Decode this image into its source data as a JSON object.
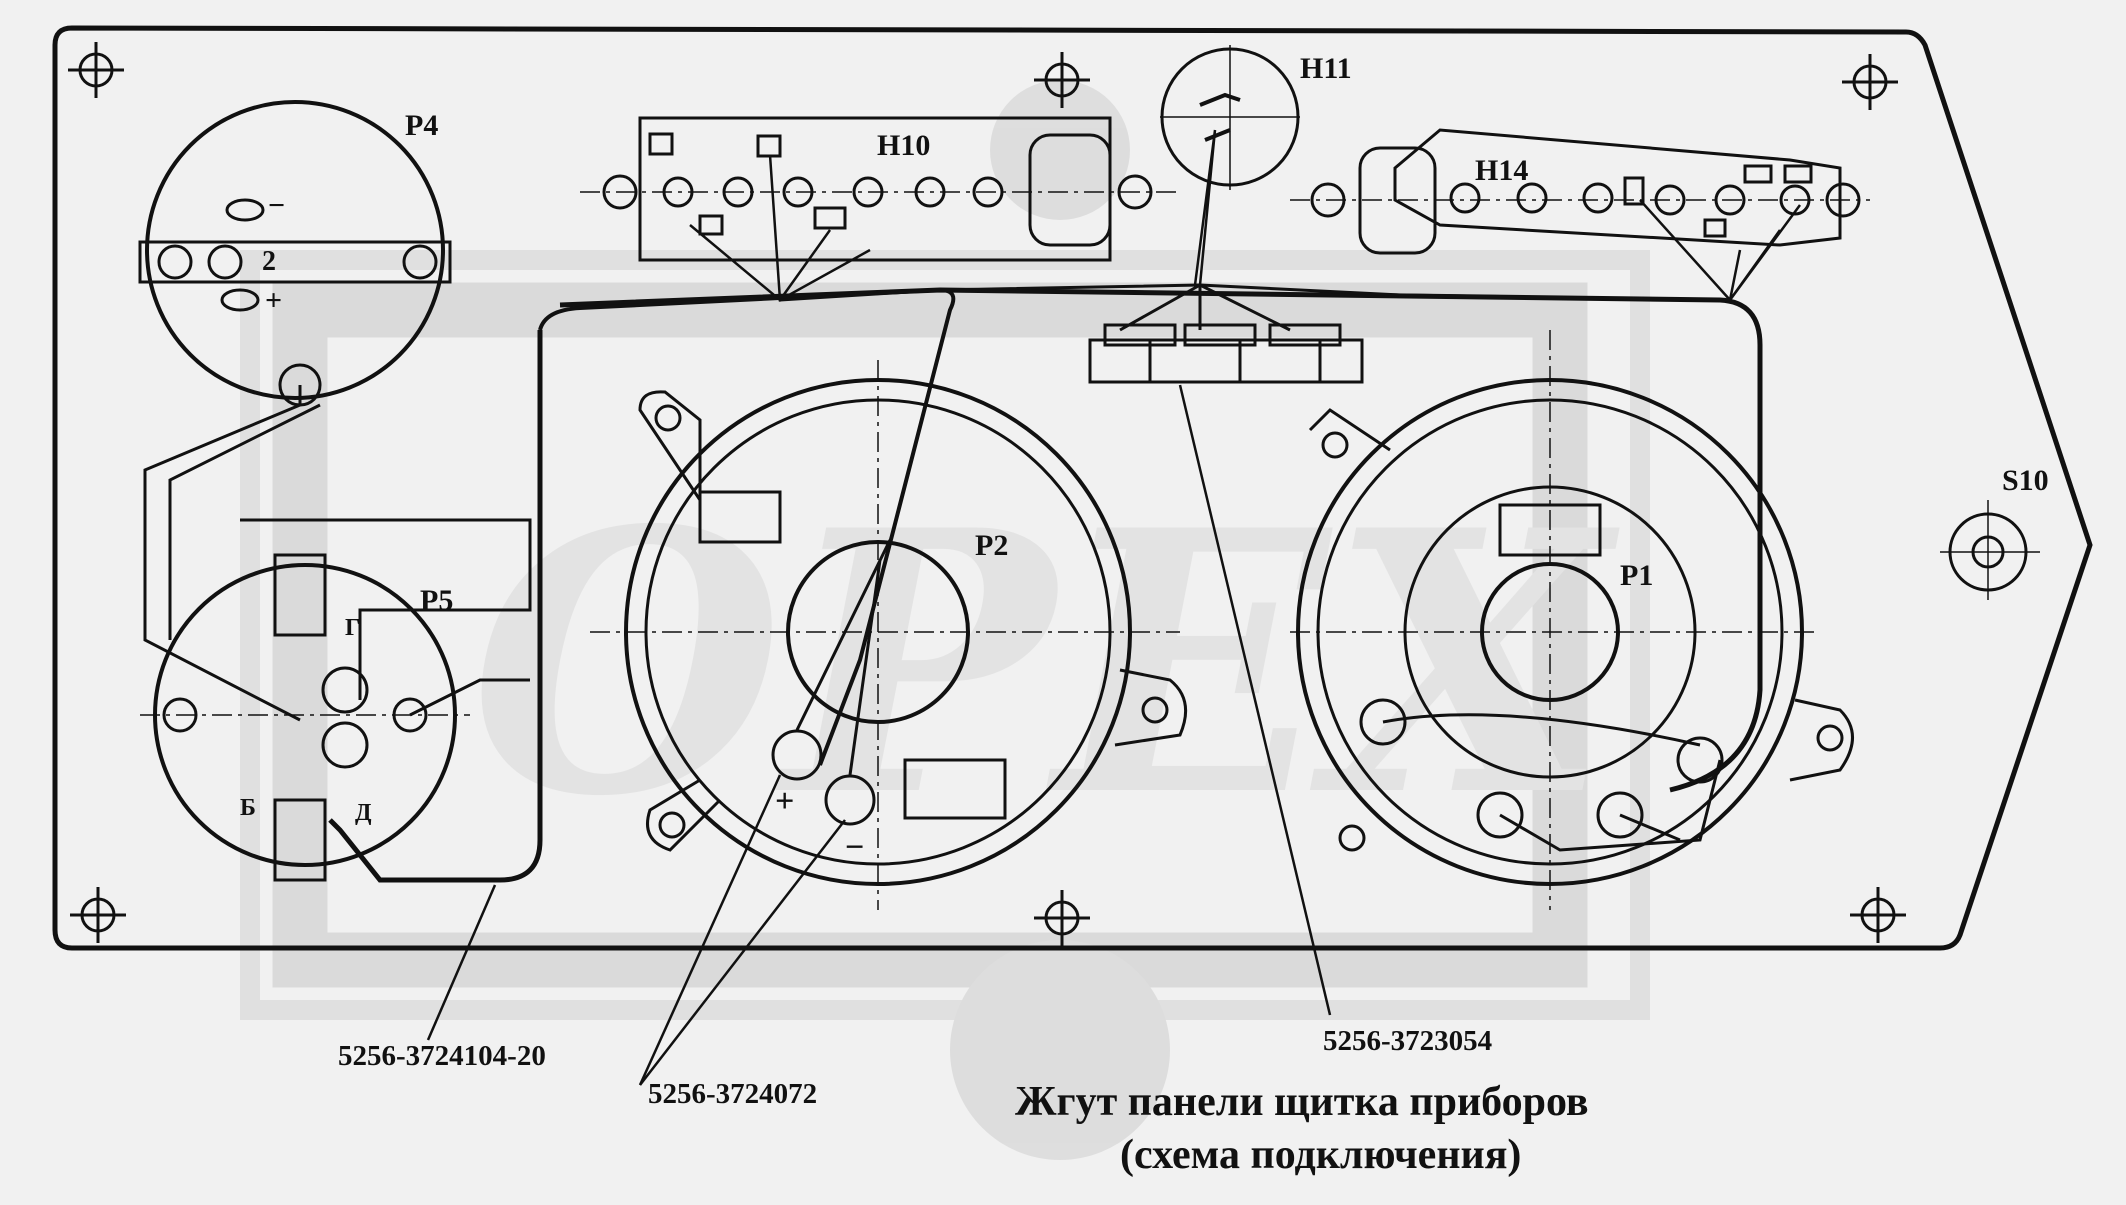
{
  "title_line1": "Жгут панели щитка приборов",
  "title_line2": "(схема подключения)",
  "watermark": "OPEX",
  "components": {
    "p1": "P1",
    "p2": "P2",
    "p4": "P4",
    "p5": "P5",
    "h10": "H10",
    "h11": "H11",
    "h14": "H14",
    "s10": "S10"
  },
  "part_numbers": {
    "harness_main": "5256-3724104-20",
    "wire_p2": "5256-3724072",
    "connector_block": "5256-3723054"
  },
  "terminal_marks": {
    "p2_plus": "+",
    "p2_minus": "−",
    "p4_minus": "−",
    "p4_plus": "+",
    "p4_two": "2",
    "p5_g": "Г",
    "p5_b": "Б",
    "p5_d": "Д"
  }
}
